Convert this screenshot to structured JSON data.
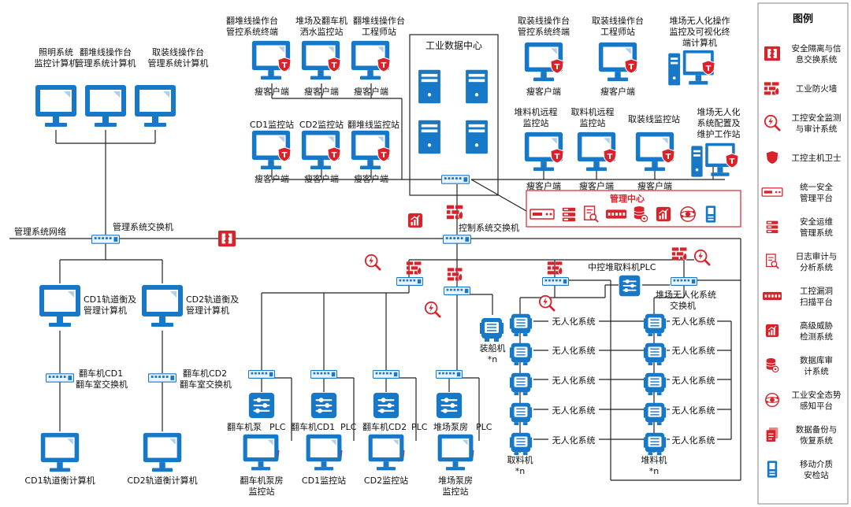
{
  "top_left_pcs": {
    "lighting": [
      "照明系统",
      "监控计算机"
    ],
    "fanduixian_mgmt": [
      "翻堆线操作台",
      "管理系统计算机"
    ],
    "quzhuang_mgmt": [
      "取装线操作台",
      "管理系统计算机"
    ]
  },
  "upper_terminals": {
    "fanduixian_terminal": [
      "翻堆线操作台",
      "管控系统终端"
    ],
    "sprinkler": [
      "堆场及翻车机",
      "洒水监控站"
    ],
    "fanduixian_engineer": [
      "翻堆线操作台",
      "工程师站"
    ],
    "cd1": "CD1监控站",
    "cd2": "CD2监控站",
    "fanduixian_monitor": "翻堆线监控站",
    "quzhuang_terminal": [
      "取装线操作台",
      "管控系统终端"
    ],
    "quzhuang_engineer": [
      "取装线操作台",
      "工程师站"
    ],
    "yard_unmanned": [
      "堆场无人化操作",
      "监控及可视化终",
      "端计算机"
    ],
    "stacker_remote": [
      "堆料机远程",
      "监控站"
    ],
    "reclaimer_remote": [
      "取料机远程",
      "监控站"
    ],
    "quzhuang_monitor": "取装线监控站",
    "yard_config": [
      "堆场无人化",
      "系统配置及",
      "维护工作站"
    ]
  },
  "thin_client": "瘦客户端",
  "data_center": "工业数据中心",
  "mgmt_center": "管理中心",
  "mgmt_network": "管理系统网络",
  "mgmt_switch": "管理系统交换机",
  "ctrl_switch": "控制系统交换机",
  "left_pcs": {
    "cd1_track_mgmt": [
      "CD1轨道衡及",
      "管理计算机"
    ],
    "cd2_track_mgmt": [
      "CD2轨道衡及",
      "管理计算机"
    ],
    "cd1_room_switch": [
      "翻车机CD1",
      "翻车室交换机"
    ],
    "cd2_room_switch": [
      "翻车机CD2",
      "翻车室交换机"
    ],
    "cd1_track_pc": "CD1轨道衡计算机",
    "cd2_track_pc": "CD2轨道衡计算机"
  },
  "plc_label": "PLC",
  "plcs": [
    "翻车机泵",
    "翻车机CD1",
    "翻车机CD2",
    "堆场泵房"
  ],
  "bottom_stations": {
    "pump_station": [
      "翻车机泵房",
      "监控站"
    ],
    "cd1": "CD1监控站",
    "cd2": "CD2监控站",
    "yard_pump": [
      "堆场泵房",
      "监控站"
    ]
  },
  "ship_loader": [
    "装船机",
    "*n"
  ],
  "central_plc": "中控堆取料机PLC",
  "yard_switch": [
    "堆场无人化系统",
    "交换机"
  ],
  "unmanned_system": "无人化系统",
  "reclaimer": [
    "取料机",
    "*n"
  ],
  "stacker": [
    "堆料机",
    "*n"
  ],
  "terminal_badge": "T",
  "legend": {
    "title": "图例",
    "items": [
      [
        "安全隔离与信",
        "息交换系统"
      ],
      [
        "工业防火墙"
      ],
      [
        "工控安全监测",
        "与审计系统"
      ],
      [
        "工控主机卫士"
      ],
      [
        "统一安全",
        "管理平台"
      ],
      [
        "安全运维",
        "管理系统"
      ],
      [
        "日志审计与",
        "分析系统"
      ],
      [
        "工控漏洞",
        "扫描平台"
      ],
      [
        "高级威胁",
        "检测系统"
      ],
      [
        "数据库审",
        "计系统"
      ],
      [
        "工业安全态势",
        "感知平台"
      ],
      [
        "数据备份与",
        "恢复系统"
      ],
      [
        "移动介质",
        "安检站"
      ]
    ]
  },
  "colors": {
    "blue": "#1878c8",
    "red": "#d8232a",
    "line": "#222222",
    "legend_border": "#9a9a9a"
  }
}
